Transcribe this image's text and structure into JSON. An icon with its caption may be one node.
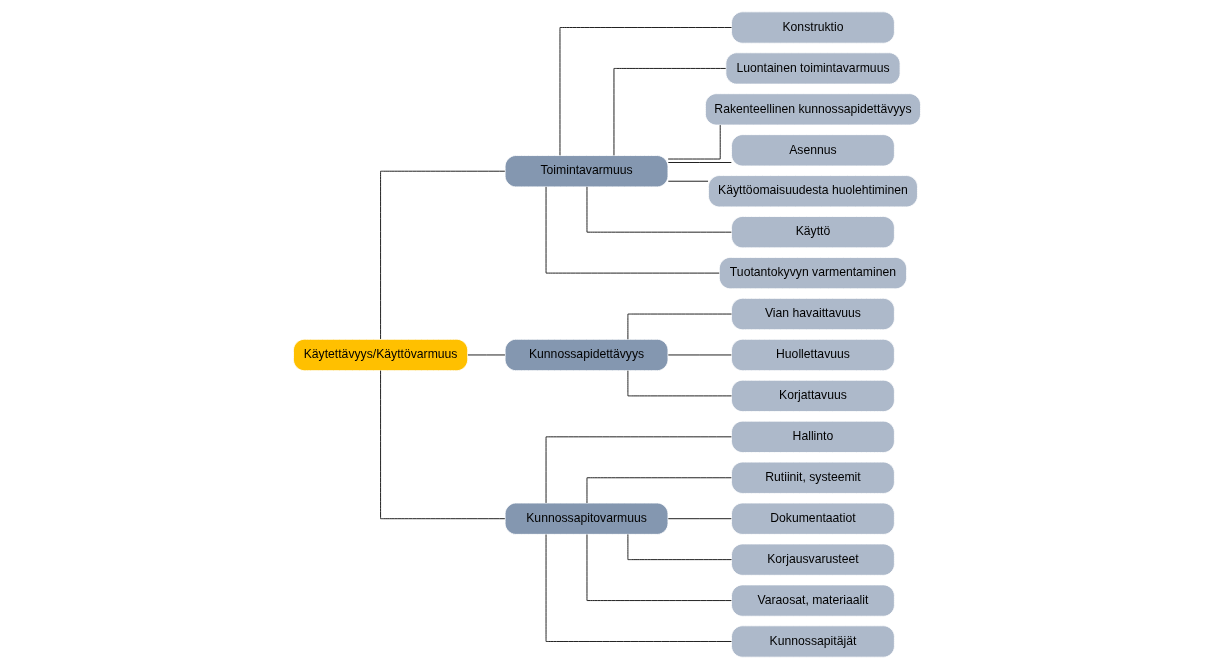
{
  "diagram": {
    "nodes": [
      {
        "text": [
          "Käytettävyys/Käyttövarmuus"
        ]
      },
      {
        "text": [
          "Toimintavarmuus"
        ]
      },
      {
        "text": [
          "Kunnossapidettävyys"
        ]
      },
      {
        "text": [
          "Kunnossapitovarmuus"
        ]
      },
      {
        "text": [
          "Konstruktio"
        ]
      },
      {
        "text": [
          "Luontainen toimintavarmuus"
        ]
      },
      {
        "text": [
          "Rakenteellinen kunnossapidettävyys"
        ]
      },
      {
        "text": [
          "Asennus"
        ]
      },
      {
        "text": [
          "Käyttöomaisuudesta huolehtiminen"
        ]
      },
      {
        "text": [
          "Käyttö"
        ]
      },
      {
        "text": [
          "Tuotantokyvyn varmentaminen"
        ]
      },
      {
        "text": [
          "Vian havaittavuus"
        ]
      },
      {
        "text": [
          "Huollettavuus"
        ]
      },
      {
        "text": [
          "Korjattavuus"
        ]
      },
      {
        "text": [
          "Hallinto"
        ]
      },
      {
        "text": [
          "Rutiinit, systeemit"
        ]
      },
      {
        "text": [
          "Dokumentaatiot"
        ]
      },
      {
        "text": [
          "Korjausvarusteet"
        ]
      },
      {
        "text": [
          "Varaosat, materiaalit"
        ]
      },
      {
        "text": [
          "Kunnossapitäjät"
        ]
      }
    ],
    "edges": [
      {
        "from": 0,
        "to": 1,
        "arrow": "none"
      },
      {
        "from": 0,
        "to": 2,
        "arrow": "none"
      },
      {
        "from": 0,
        "to": 3,
        "arrow": "none"
      },
      {
        "from": 1,
        "to": 4,
        "arrow": "none"
      },
      {
        "from": 1,
        "to": 5,
        "arrow": "none"
      },
      {
        "from": 1,
        "to": 6,
        "arrow": "none"
      },
      {
        "from": 1,
        "to": 7,
        "arrow": "none"
      },
      {
        "from": 1,
        "to": 8,
        "arrow": "none"
      },
      {
        "from": 1,
        "to": 9,
        "arrow": "none"
      },
      {
        "from": 1,
        "to": 10,
        "arrow": "none"
      },
      {
        "from": 2,
        "to": 11,
        "arrow": "none"
      },
      {
        "from": 2,
        "to": 12,
        "arrow": "none"
      },
      {
        "from": 2,
        "to": 13,
        "arrow": "none"
      },
      {
        "from": 3,
        "to": 14,
        "arrow": "none"
      },
      {
        "from": 3,
        "to": 15,
        "arrow": "none"
      },
      {
        "from": 3,
        "to": 16,
        "arrow": "none"
      },
      {
        "from": 3,
        "to": 17,
        "arrow": "none"
      },
      {
        "from": 3,
        "to": 18,
        "arrow": "none"
      },
      {
        "from": 3,
        "to": 19,
        "arrow": "none"
      }
    ]
  }
}
